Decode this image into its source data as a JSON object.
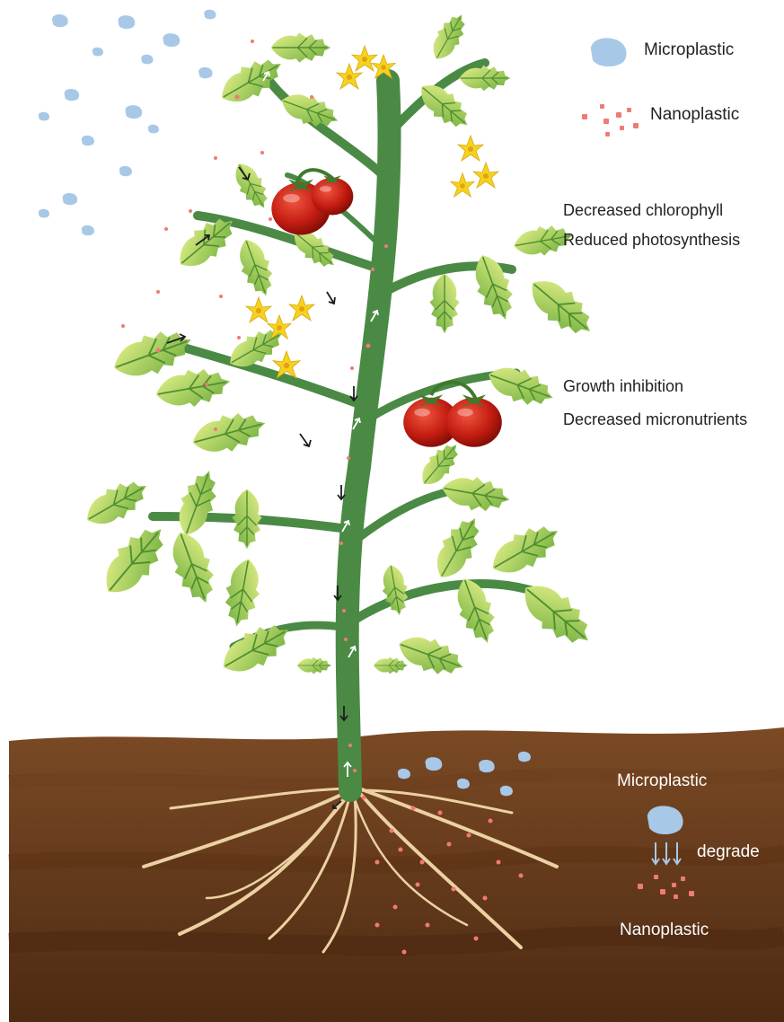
{
  "legend": {
    "microplastic": "Microplastic",
    "nanoplastic": "Nanoplastic"
  },
  "effects": {
    "leaf_line1": "Decreased chlorophyll",
    "leaf_line2": "Reduced photosynthesis",
    "fruit_line1": "Growth inhibition",
    "fruit_line2": "Decreased micronutrients"
  },
  "soil": {
    "microplastic": "Microplastic",
    "degrade": "degrade",
    "nanoplastic": "Nanoplastic"
  },
  "colors": {
    "microplastic": "#a8c8e8",
    "nanoplastic": "#f07a74",
    "stem": "#4a8a45",
    "leaf_light": "#d8ec6a",
    "leaf_dark": "#6aab3a",
    "tomato": "#c41d12",
    "flower": "#f6d21e",
    "soil_top": "#7b4a25",
    "soil_bottom": "#4d2a12",
    "root": "#ecd1a2"
  }
}
